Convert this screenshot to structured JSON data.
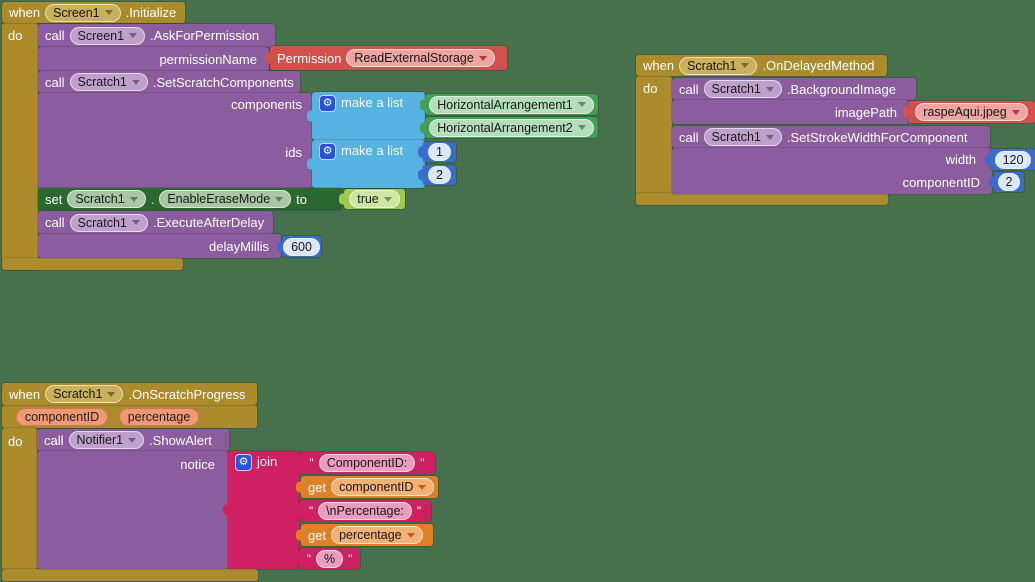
{
  "icons": {
    "gear": "⚙"
  },
  "colors": {
    "background": "#47704d",
    "event_gold": "#ac8b2c",
    "method_purple": "#8b5d9e",
    "helper_red": "#d1504b",
    "list_cyan": "#55b2e1",
    "component_green": "#42a053",
    "math_blue": "#3b6cc9",
    "setter_dark_green": "#2b6830",
    "logic_lime": "#9ccb50",
    "text_magenta": "#cf2061",
    "variable_orange": "#e08029",
    "param_salmon": "#ef9a74"
  },
  "g1": {
    "when": "when",
    "do": "do",
    "component": "Screen1",
    "event": ".Initialize",
    "ask": {
      "call": "call",
      "component": "Screen1",
      "method": ".AskForPermission",
      "param": "permissionName",
      "permission": {
        "label": "Permission",
        "value": "ReadExternalStorage"
      }
    },
    "setcomp": {
      "call": "call",
      "component": "Scratch1",
      "method": ".SetScratchComponents",
      "param_components": "components",
      "param_ids": "ids",
      "list1": {
        "label": "make a list",
        "items": [
          "HorizontalArrangement1",
          "HorizontalArrangement2"
        ]
      },
      "list2": {
        "label": "make a list",
        "items": [
          "1",
          "2"
        ]
      }
    },
    "seterase": {
      "set": "set",
      "component": "Scratch1",
      "dot": ".",
      "property": "EnableEraseMode",
      "to": "to",
      "value": "true"
    },
    "delay": {
      "call": "call",
      "component": "Scratch1",
      "method": ".ExecuteAfterDelay",
      "param": "delayMillis",
      "value": "600"
    }
  },
  "g2": {
    "when": "when",
    "do": "do",
    "component": "Scratch1",
    "event": ".OnDelayedMethod",
    "bg": {
      "call": "call",
      "component": "Scratch1",
      "method": ".BackgroundImage",
      "param": "imagePath",
      "value": "raspeAqui.jpeg"
    },
    "stroke": {
      "call": "call",
      "component": "Scratch1",
      "method": ".SetStrokeWidthForComponent",
      "param_width": "width",
      "width": "120",
      "param_cid": "componentID",
      "cid": "2"
    }
  },
  "g3": {
    "when": "when",
    "do": "do",
    "component": "Scratch1",
    "event": ".OnScratchProgress",
    "params": [
      "componentID",
      "percentage"
    ],
    "alert": {
      "call": "call",
      "component": "Notifier1",
      "method": ".ShowAlert",
      "param": "notice"
    },
    "join": {
      "label": "join",
      "quote": "\"",
      "text1": "ComponentID: ",
      "get": "get",
      "var1": "componentID",
      "text2": "\\nPercentage: ",
      "var2": "percentage",
      "text3": "%"
    }
  }
}
